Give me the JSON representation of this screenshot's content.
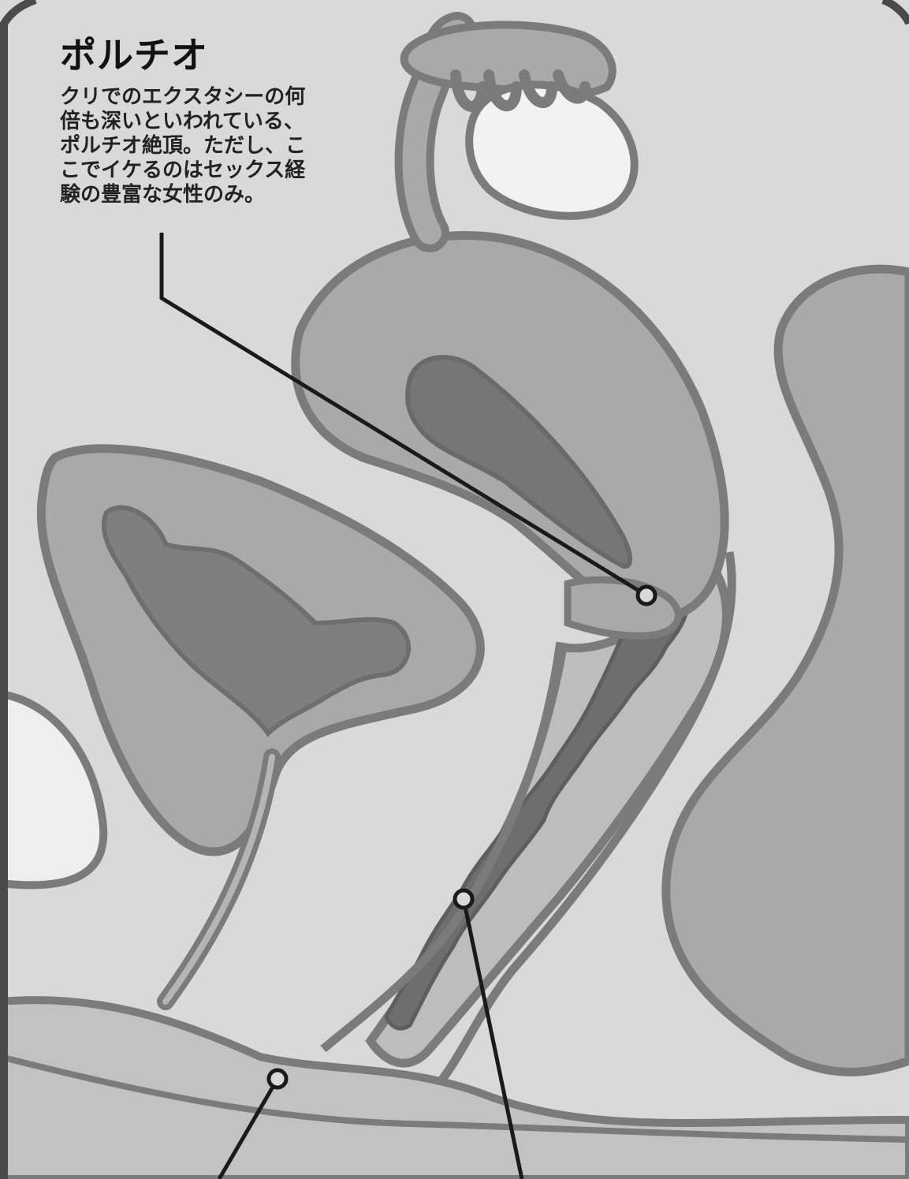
{
  "callout": {
    "title": "ポルチオ",
    "description_lines": [
      "クリでのエクスタシーの何",
      "倍も深いといわれている、",
      "ポルチオ絶頂。ただし、こ",
      "こでイケるのはセックス経",
      "験の豊富な女性のみ。"
    ]
  },
  "colors": {
    "background": "#d9d9d9",
    "outline": "#7b7b7b",
    "organ_mid": "#a9a9a9",
    "organ_dark": "#767676",
    "ovary_white": "#f2f2f2",
    "pointer_line": "#1a1a1a",
    "frame": "#4a4a4a"
  }
}
